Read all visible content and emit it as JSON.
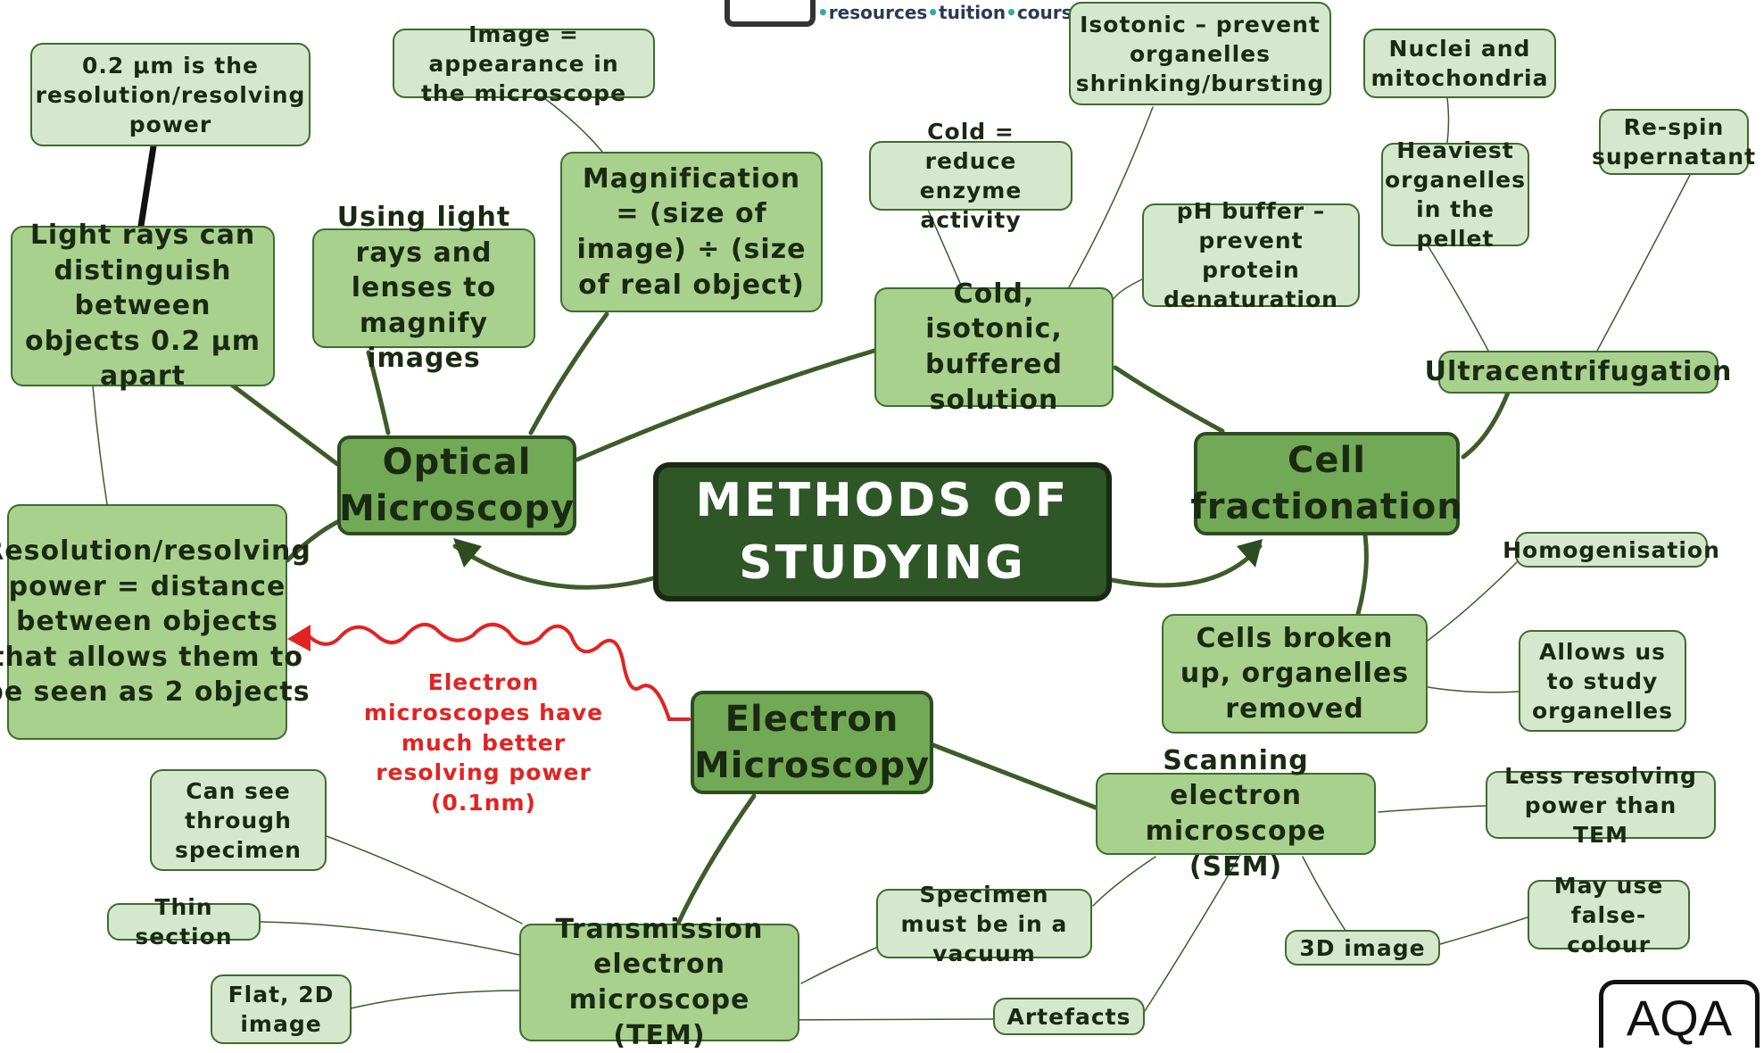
{
  "logo": {
    "text": "resources",
    "part2": "tuition",
    "part3": "courses"
  },
  "center": {
    "title": "2.1.3 METHODS OF STUDYING CELLS"
  },
  "branches": {
    "optical": "Optical Microscopy",
    "fractionation": "Cell fractionation",
    "electron": "Electron Microscopy"
  },
  "optical": {
    "light_rays_distinguish": "Light rays can distinguish between objects 0.2 μm apart",
    "resolution_value": "0.2 μm is the resolution/resolving power",
    "using_light": "Using light rays and lenses to magnify images",
    "magnification": "Magnification = (size of image) ÷ (size of real object)",
    "image_def": "Image = appearance in the microscope",
    "resolution_def": "Resolution/resolving power = distance between objects that allows them to be seen as 2 objects"
  },
  "fractionation": {
    "solution": "Cold, isotonic, buffered solution",
    "cold": "Cold = reduce enzyme activity",
    "isotonic": "Isotonic – prevent organelles shrinking/bursting",
    "ph_buffer": "pH buffer – prevent protein denaturation",
    "ultracentrifugation": "Ultracentrifugation",
    "heaviest": "Heaviest organelles in the pellet",
    "nuclei": "Nuclei and mitochondria",
    "respin": "Re-spin supernatant",
    "broken_up": "Cells broken up, organelles removed",
    "homogenisation": "Homogenisation",
    "allows_study": "Allows us to study organelles"
  },
  "electron": {
    "note": "Electron microscopes have much better resolving power (0.1nm)",
    "sem": "Scanning electron microscope (SEM)",
    "sem_less_resolving": "Less resolving power than TEM",
    "sem_3d": "3D image",
    "sem_false_colour": "May use false-colour",
    "vacuum": "Specimen must be in a vacuum",
    "artefacts": "Artefacts",
    "tem": "Transmission electron microscope (TEM)",
    "tem_see_through": "Can see through specimen",
    "tem_thin": "Thin section",
    "tem_flat": "Flat, 2D image"
  },
  "badge": "AQA",
  "colors": {
    "dark": "#2f5627",
    "topic": "#72a956",
    "mid": "#a9d18e",
    "leaf": "#d5e8cd",
    "note": "#e32222"
  }
}
